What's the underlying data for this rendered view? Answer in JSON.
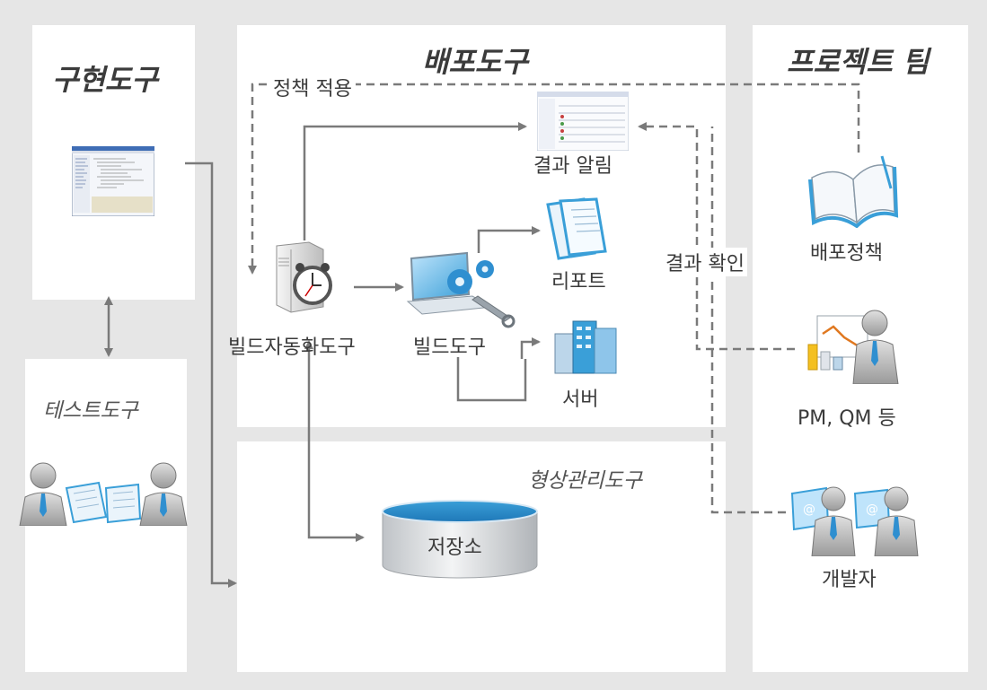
{
  "sections": {
    "impl_tools": "구현도구",
    "test_tools": "테스트도구",
    "deploy_tools": "배포도구",
    "project_team": "프로젝트 팀",
    "config_mgmt": "형상관리도구"
  },
  "nodes": {
    "build_automation": "빌드자동화도구",
    "build_tool": "빌드도구",
    "report": "리포트",
    "server": "서버",
    "result_notify": "결과 알림",
    "repository": "저장소",
    "deploy_policy": "배포정책",
    "pm_qm": "PM, QM 등",
    "developer": "개발자"
  },
  "edges": {
    "policy_apply": "정책 적용",
    "result_check": "결과 확인"
  },
  "colors": {
    "background": "#e6e6e6",
    "panel": "#ffffff",
    "arrow": "#7a7a7a",
    "accent": "#3a9fd8",
    "tie": "#2f8fd0"
  },
  "icons": {
    "impl": "ide-screenshot-icon",
    "test": "two-testers-icon",
    "automation": "alarm-server-icon",
    "build": "laptop-gears-icon",
    "report": "documents-icon",
    "server": "buildings-icon",
    "notify": "web-report-icon",
    "repository": "database-cylinder-icon",
    "policy": "open-book-icon",
    "pm": "manager-chart-icon",
    "dev": "developers-icon"
  }
}
